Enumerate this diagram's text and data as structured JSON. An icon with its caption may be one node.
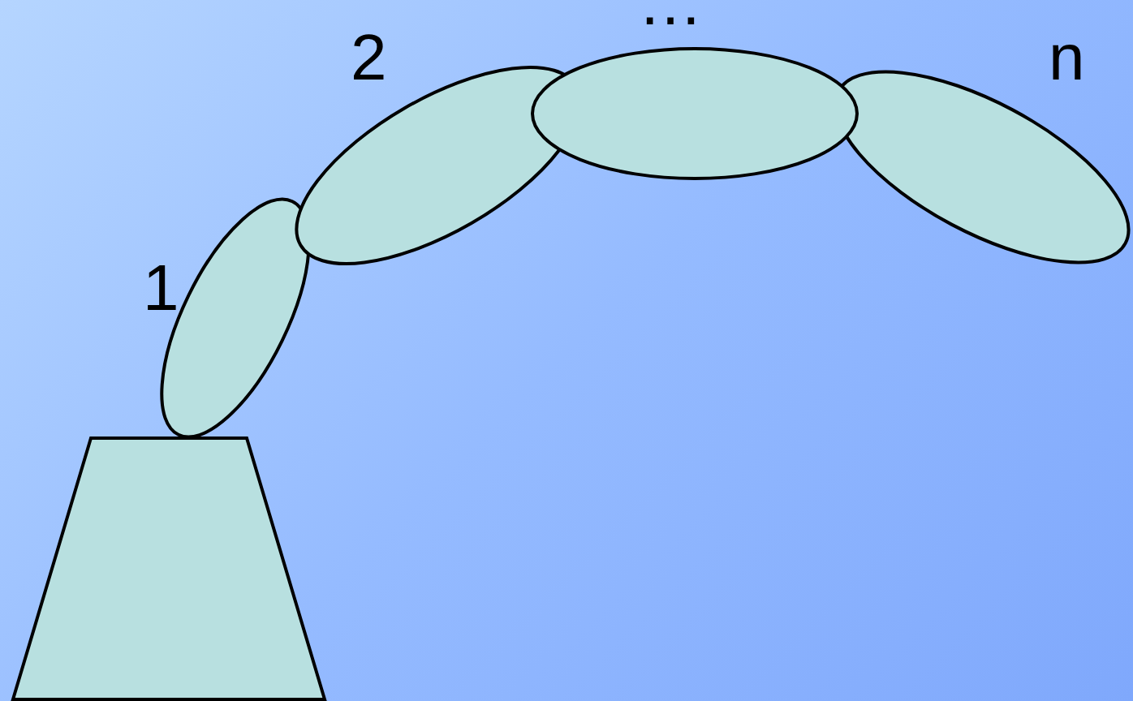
{
  "diagram": {
    "labels": [
      "2",
      "…",
      "n",
      "1"
    ]
  }
}
